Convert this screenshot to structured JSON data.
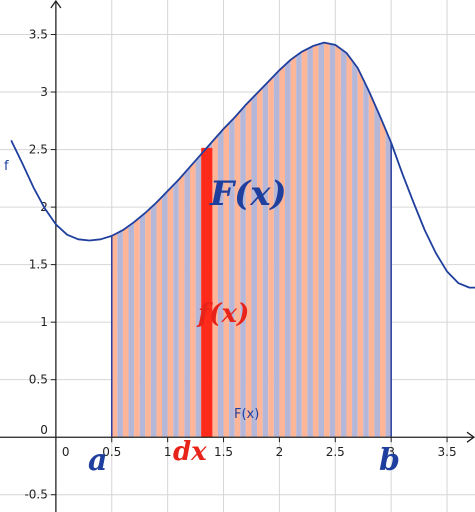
{
  "chart_data": {
    "type": "area",
    "title": "",
    "xlabel": "",
    "ylabel": "",
    "xlim": [
      -0.5,
      3.75
    ],
    "ylim": [
      -0.65,
      3.8
    ],
    "grid": true,
    "x_ticks": [
      {
        "value": 0,
        "label": "0"
      },
      {
        "value": 0.5,
        "label": "0.5"
      },
      {
        "value": 1,
        "label": "1"
      },
      {
        "value": 1.5,
        "label": "1.5"
      },
      {
        "value": 2,
        "label": "2"
      },
      {
        "value": 2.5,
        "label": "2.5"
      },
      {
        "value": 3,
        "label": "3"
      },
      {
        "value": 3.5,
        "label": "3.5"
      }
    ],
    "y_ticks": [
      {
        "value": -0.5,
        "label": "-0.5"
      },
      {
        "value": 0,
        "label": "0"
      },
      {
        "value": 0.5,
        "label": "0.5"
      },
      {
        "value": 1,
        "label": "1"
      },
      {
        "value": 1.5,
        "label": "1.5"
      },
      {
        "value": 2,
        "label": "2"
      },
      {
        "value": 2.5,
        "label": "2.5"
      },
      {
        "value": 3,
        "label": "3"
      },
      {
        "value": 3.5,
        "label": "3.5"
      }
    ],
    "series": [
      {
        "name": "f",
        "x": [
          -0.4,
          -0.3,
          -0.2,
          -0.1,
          0,
          0.1,
          0.2,
          0.3,
          0.4,
          0.5,
          0.6,
          0.7,
          0.8,
          0.9,
          1.0,
          1.1,
          1.2,
          1.3,
          1.4,
          1.5,
          1.6,
          1.7,
          1.8,
          1.9,
          2.0,
          2.1,
          2.2,
          2.3,
          2.4,
          2.5,
          2.6,
          2.7,
          2.8,
          2.9,
          3.0,
          3.1,
          3.2,
          3.3,
          3.4,
          3.5,
          3.6,
          3.7,
          3.75
        ],
        "values": [
          2.58,
          2.38,
          2.17,
          1.99,
          1.85,
          1.76,
          1.72,
          1.71,
          1.72,
          1.75,
          1.8,
          1.87,
          1.95,
          2.04,
          2.14,
          2.24,
          2.35,
          2.46,
          2.57,
          2.68,
          2.78,
          2.89,
          2.99,
          3.09,
          3.19,
          3.28,
          3.35,
          3.4,
          3.43,
          3.41,
          3.34,
          3.21,
          3.01,
          2.79,
          2.56,
          2.29,
          2.04,
          1.8,
          1.6,
          1.44,
          1.34,
          1.3,
          1.3
        ]
      }
    ],
    "shaded_region": {
      "from": 0.5,
      "to": 3.0,
      "strip_count": 25
    },
    "highlight_strip": {
      "from": 1.3,
      "to": 1.4,
      "color": "#ff2a1a"
    },
    "colors": {
      "curve": "#1f3f9e",
      "strip_a": "#ffb598",
      "strip_b": "#b4b7d8",
      "edge": "#2a3f9e",
      "highlight": "#ff2a1a",
      "grid": "#d6d6d6",
      "axis": "#222222"
    },
    "annotations": {
      "function_label": "f",
      "region_label": "F(x)",
      "strip_value_label": "f(x)",
      "bound_a": "a",
      "bound_b": "b",
      "width_label": "dx",
      "area_caption": "F(x)"
    }
  }
}
